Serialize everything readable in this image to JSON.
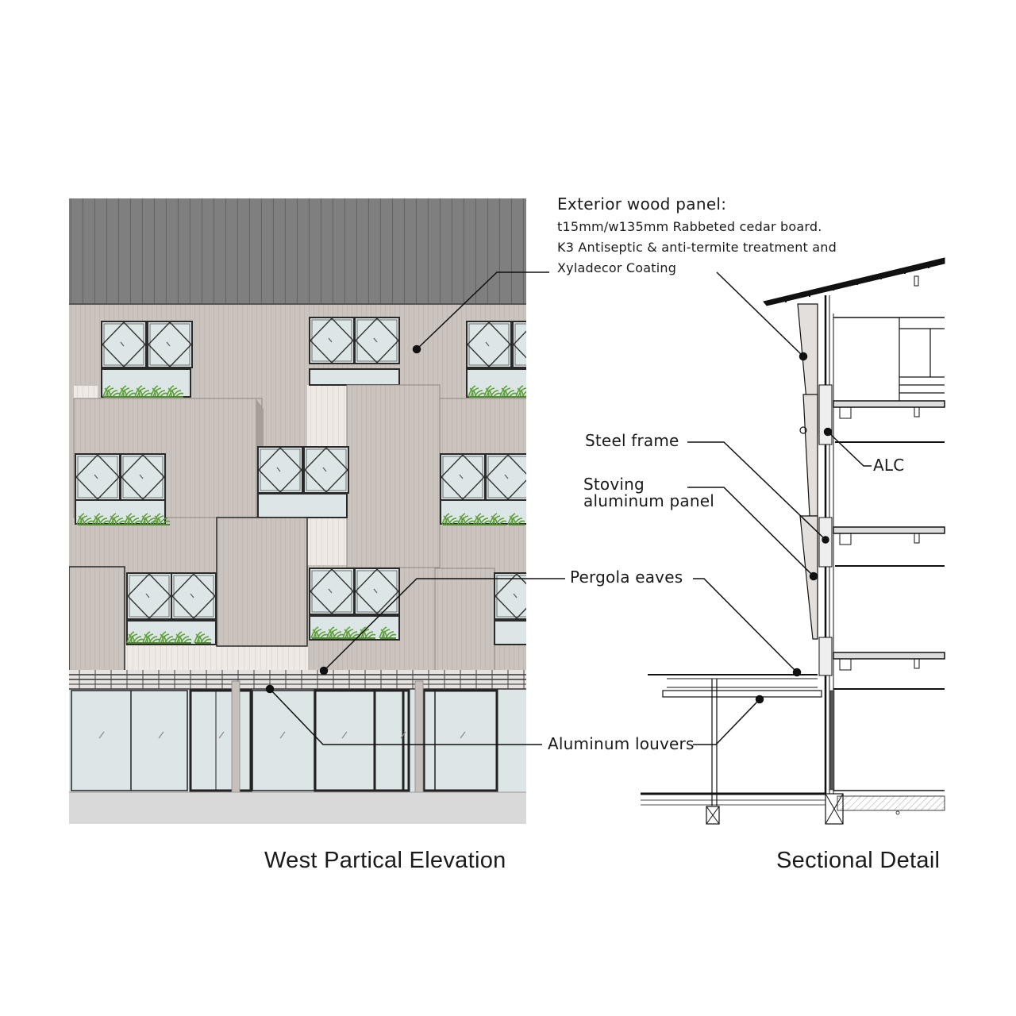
{
  "figure": {
    "type": "architectural-drawing-sheet",
    "panels": [
      "elevation",
      "section"
    ]
  },
  "elevation": {
    "caption": "West Partical Elevation",
    "colors": {
      "roof": "#7f7f80",
      "roof_seam": "#6a6a6b",
      "wood_panel": "#cbc3be",
      "wood_panel_light": "#d6cfca",
      "recess_light": "#efeae6",
      "glass": "#dde6e6",
      "frame": "#2a2a2a",
      "planting": "#5f9e3c",
      "ground": "#d9d9d9",
      "column": "#c6bfba"
    }
  },
  "section": {
    "caption": "Sectional Detail",
    "colors": {
      "panel_fill": "#e3dfdc",
      "line": "#111111",
      "hatch": "#888888"
    }
  },
  "annotations": {
    "exterior_wood_panel": {
      "title": "Exterior wood panel:",
      "lines": [
        "t15mm/w135mm Rabbeted cedar board.",
        "K3 Antiseptic & anti-termite treatment and",
        "Xyladecor Coating"
      ]
    },
    "steel_frame": "Steel frame",
    "alc": "ALC",
    "stoving_panel": [
      "Stoving",
      "aluminum panel"
    ],
    "pergola_eaves": "Pergola eaves",
    "aluminum_louvers": "Aluminum louvers"
  }
}
